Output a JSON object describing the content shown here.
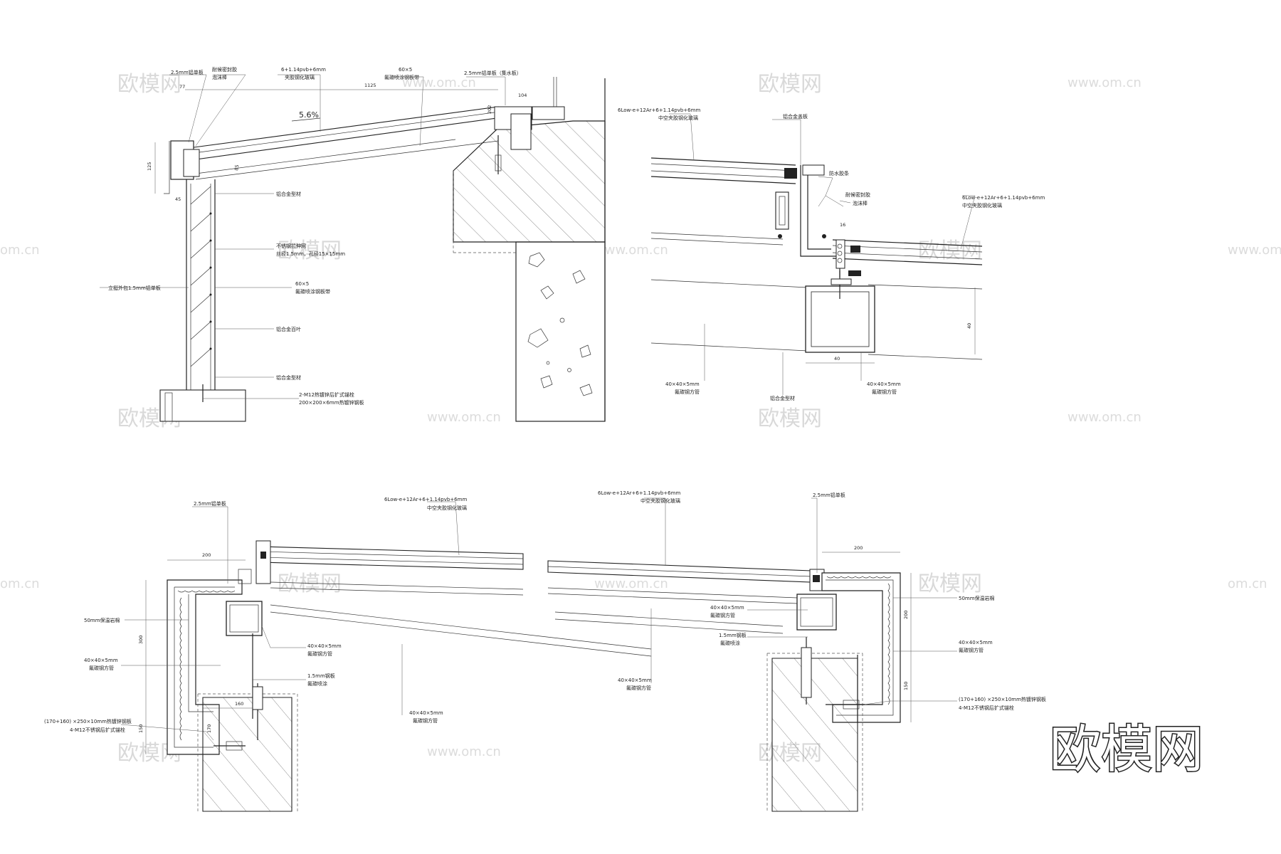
{
  "watermark": {
    "cn": "欧模网",
    "url": "www.om.cn",
    "url_fragment": "om.cn",
    "brand": "欧模网"
  },
  "detail1": {
    "slope": "5.6%",
    "labels": {
      "top_left_a": "2.5mm铝单板",
      "top_left_b": "耐候密封胶",
      "top_left_c": "泡沫棒",
      "glass": "6+1.14pvb+6mm",
      "glass_b": "夹胶钢化玻璃",
      "steel_top": "60×5",
      "steel_top_b": "氟碳喷涂钢板带",
      "right_panel": "2.5mm铝单板（集水板）",
      "alu_profile": "铝合金型材",
      "mesh": "不锈钢拉伸网",
      "mesh_b": "丝径1.5mm，孔径15×15mm",
      "left_panel": "立挺外包1.5mm铝单板",
      "steel_mid": "60×5",
      "steel_mid_b": "氟碳喷涂钢板带",
      "alu_grille": "铝合金百叶",
      "alu_profile2": "铝合金型材",
      "bolt": "2-M12热镀锌后扩式锚栓",
      "plate": "200×200×6mm热镀锌钢板"
    },
    "dims": [
      "77",
      "1125",
      "104",
      "202",
      "125",
      "45",
      "85"
    ]
  },
  "detail2": {
    "labels": {
      "glass_top": "6Low-e+12Ar+6+1.14pvb+6mm",
      "glass_top_b": "中空夹胶钢化玻璃",
      "alu_cover": "铝合金盖板",
      "rubber": "防水胶条",
      "sealant": "耐候密封胶",
      "foam": "泡沫棒",
      "glass_right": "6Low-e+12Ar+6+1.14pvb+6mm",
      "glass_right_b": "中空夹胶钢化玻璃",
      "tube_left": "40×40×5mm",
      "tube_left_b": "氟碳钢方管",
      "alu_profile": "铝合金型材",
      "tube_right": "40×40×5mm",
      "tube_right_b": "氟碳钢方管"
    },
    "dims": [
      "16",
      "40",
      "40"
    ]
  },
  "detail3": {
    "labels": {
      "panel": "2.5mm铝单板",
      "glass": "6Low-e+12Ar+6+1.14pvb+6mm",
      "glass_b": "中空夹胶钢化玻璃",
      "insul": "50mm保温岩棉",
      "tube_l": "40×40×5mm",
      "tube_l_b": "氟碳钢方管",
      "tube_c": "40×40×5mm",
      "tube_c_b": "氟碳钢方管",
      "plate": "1.5mm钢板",
      "plate_b": "氟碳喷涂",
      "tube_r": "40×40×5mm",
      "tube_r_b": "氟碳钢方管",
      "anchor_plate": "(170+160) ×250×10mm热镀锌钢板",
      "anchor_bolt": "4-M12不锈钢后扩式锚栓"
    },
    "dims": [
      "200",
      "300",
      "150",
      "160",
      "170"
    ]
  },
  "detail4": {
    "labels": {
      "glass": "6Low-e+12Ar+6+1.14pvb+6mm",
      "glass_b": "中空夹胶钢化玻璃",
      "panel": "2.5mm铝单板",
      "insul": "50mm保温岩棉",
      "tube_a": "40×40×5mm",
      "tube_a_b": "氟碳钢方管",
      "plate": "1.5mm钢板",
      "plate_b": "氟碳喷涂",
      "tube_l": "40×40×5mm",
      "tube_l_b": "氟碳钢方管",
      "tube_r": "40×40×5mm",
      "tube_r_b": "氟碳钢方管",
      "anchor_plate": "(170+160) ×250×10mm热镀锌钢板",
      "anchor_bolt": "4-M12不锈钢后扩式锚栓"
    },
    "dims": [
      "200",
      "200",
      "150"
    ]
  }
}
